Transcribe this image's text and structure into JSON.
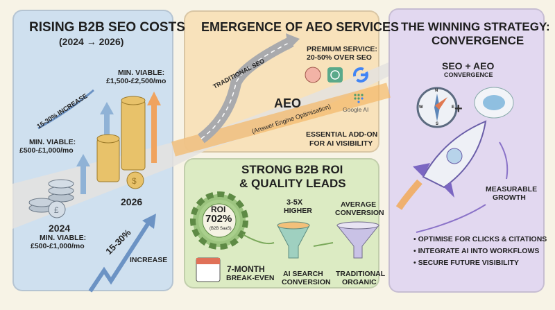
{
  "costs": {
    "title": "RISING B2B SEO COSTS",
    "subtitle": "(2024 → 2026)",
    "label_2026_heading": "MIN. VIABLE:",
    "label_2026_value": "£1,500-£2,500/mo",
    "increase_arrow_top": "15-30% INCREASE",
    "label_mid_heading": "MIN. VIABLE:",
    "label_mid_value": "£500-£1,000/mo",
    "year_2026": "2026",
    "year_2024": "2024",
    "label_2024_heading": "MIN. VIABLE:",
    "label_2024_value": "£500-£1,000/mo",
    "increase_pct": "15-30%",
    "increase_word": "INCREASE",
    "color": "#bcd4ea"
  },
  "aeo": {
    "title": "EMERGENCE OF AEO SERVICES",
    "traditional_seo": "TRADITIONAL SEO",
    "premium_line1": "PREMIUM SERVICE:",
    "premium_line2": "20-50% OVER SEO",
    "aeo_label": "AEO",
    "aeo_full": "(Answer Engine Optimisation)",
    "google_ai": "Google AI",
    "essential_line1": "ESSENTIAL ADD-ON",
    "essential_line2": "FOR AI VISIBILITY",
    "icons": [
      "brain-icon",
      "chatgpt-icon",
      "google-icon",
      "google-ai-icon"
    ],
    "color": "#f6d9a8"
  },
  "roi": {
    "title_line1": "STRONG B2B ROI",
    "title_line2": "& QUALITY LEADS",
    "roi_label": "ROI",
    "roi_value": "702%",
    "roi_note": "(B2B SaaS)",
    "breakeven_line1": "7-MONTH",
    "breakeven_line2": "BREAK-EVEN",
    "ai_top1": "3-5X",
    "ai_top2": "HIGHER",
    "ai_bottom1": "AI SEARCH",
    "ai_bottom2": "CONVERSION",
    "trad_top1": "AVERAGE",
    "trad_top2": "CONVERSION",
    "trad_bottom1": "TRADITIONAL",
    "trad_bottom2": "ORGANIC",
    "color": "#d6e8b8"
  },
  "strategy": {
    "title_line1": "THE WINNING STRATEGY:",
    "title_line2": "CONVERGENCE",
    "formula": "SEO + AEO",
    "formula_sub": "CONVERGENCE",
    "growth_line1": "MEASURABLE",
    "growth_line2": "GROWTH",
    "bullets": [
      "OPTIMISE FOR CLICKS & CITATIONS",
      "INTEGRATE AI INTO WORKFLOWS",
      "SECURE FUTURE VISIBILITY"
    ],
    "compass_letters": [
      "N",
      "E",
      "S",
      "W"
    ],
    "color": "#ddd2ee"
  }
}
